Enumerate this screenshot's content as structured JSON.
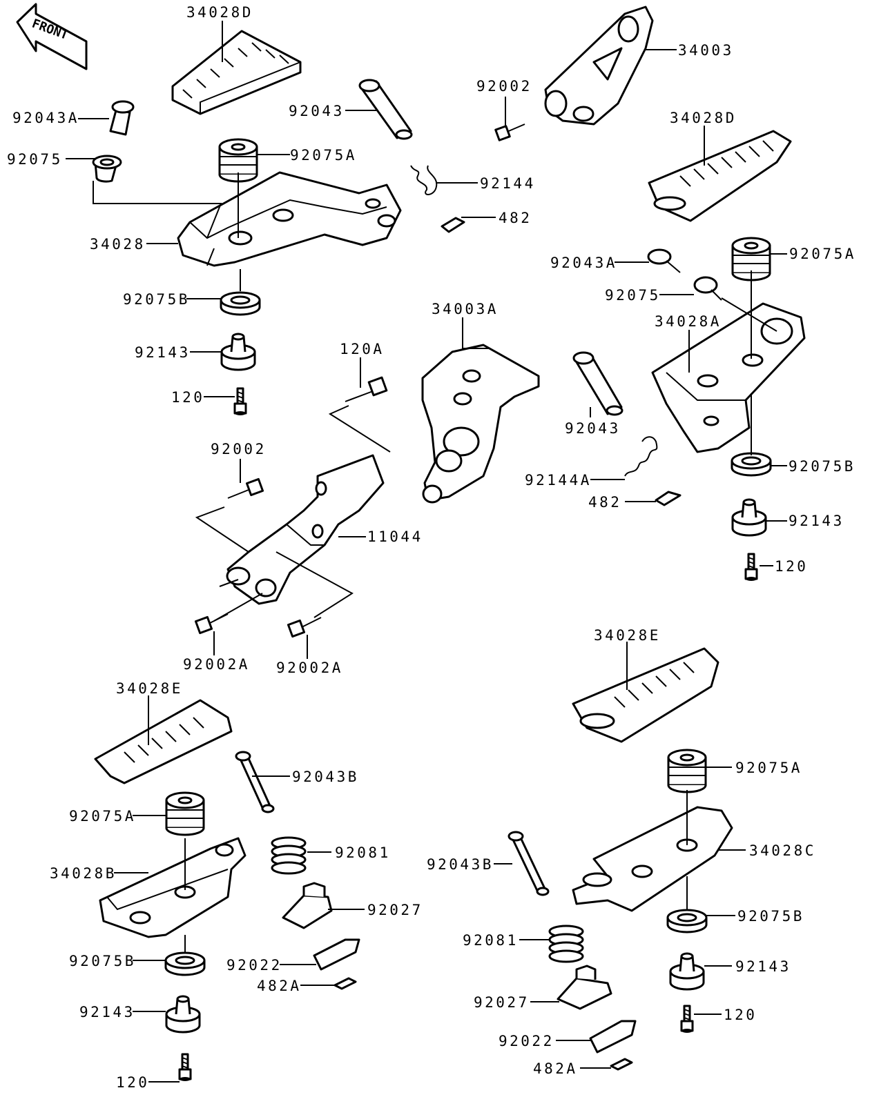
{
  "front_label": "FRONT",
  "labels": [
    {
      "id": "34028D-top",
      "text": "34028D"
    },
    {
      "id": "92043A-left",
      "text": "92043A"
    },
    {
      "id": "92075-left",
      "text": "92075"
    },
    {
      "id": "92075A-left",
      "text": "92075A"
    },
    {
      "id": "34028-left",
      "text": "34028"
    },
    {
      "id": "92075B-left",
      "text": "92075B"
    },
    {
      "id": "92143-left",
      "text": "92143"
    },
    {
      "id": "120-left",
      "text": "120"
    },
    {
      "id": "92043-top",
      "text": "92043"
    },
    {
      "id": "92144",
      "text": "92144"
    },
    {
      "id": "482-top",
      "text": "482"
    },
    {
      "id": "92002-top",
      "text": "92002"
    },
    {
      "id": "34003",
      "text": "34003"
    },
    {
      "id": "34028D-right",
      "text": "34028D"
    },
    {
      "id": "92043A-right",
      "text": "92043A"
    },
    {
      "id": "92075A-right",
      "text": "92075A"
    },
    {
      "id": "92075-right",
      "text": "92075"
    },
    {
      "id": "34028A",
      "text": "34028A"
    },
    {
      "id": "34003A",
      "text": "34003A"
    },
    {
      "id": "120A",
      "text": "120A"
    },
    {
      "id": "92043-mid",
      "text": "92043"
    },
    {
      "id": "92144A",
      "text": "92144A"
    },
    {
      "id": "482-mid",
      "text": "482"
    },
    {
      "id": "92075B-right",
      "text": "92075B"
    },
    {
      "id": "92143-right",
      "text": "92143"
    },
    {
      "id": "120-right",
      "text": "120"
    },
    {
      "id": "92002-mid",
      "text": "92002"
    },
    {
      "id": "11044",
      "text": "11044"
    },
    {
      "id": "92002A-left",
      "text": "92002A"
    },
    {
      "id": "92002A-right",
      "text": "92002A"
    },
    {
      "id": "34028E-right",
      "text": "34028E"
    },
    {
      "id": "34028E-left",
      "text": "34028E"
    },
    {
      "id": "92043B-left",
      "text": "92043B"
    },
    {
      "id": "92075A-bl",
      "text": "92075A"
    },
    {
      "id": "92081-left",
      "text": "92081"
    },
    {
      "id": "34028B",
      "text": "34028B"
    },
    {
      "id": "92027-left",
      "text": "92027"
    },
    {
      "id": "92075B-bl",
      "text": "92075B"
    },
    {
      "id": "92022-left",
      "text": "92022"
    },
    {
      "id": "482A-left",
      "text": "482A"
    },
    {
      "id": "92143-bl",
      "text": "92143"
    },
    {
      "id": "120-bl",
      "text": "120"
    },
    {
      "id": "92075A-br",
      "text": "92075A"
    },
    {
      "id": "34028C",
      "text": "34028C"
    },
    {
      "id": "92043B-right",
      "text": "92043B"
    },
    {
      "id": "92075B-br",
      "text": "92075B"
    },
    {
      "id": "92081-right",
      "text": "92081"
    },
    {
      "id": "92143-br",
      "text": "92143"
    },
    {
      "id": "92027-right",
      "text": "92027"
    },
    {
      "id": "120-br",
      "text": "120"
    },
    {
      "id": "92022-right",
      "text": "92022"
    },
    {
      "id": "482A-right",
      "text": "482A"
    }
  ]
}
